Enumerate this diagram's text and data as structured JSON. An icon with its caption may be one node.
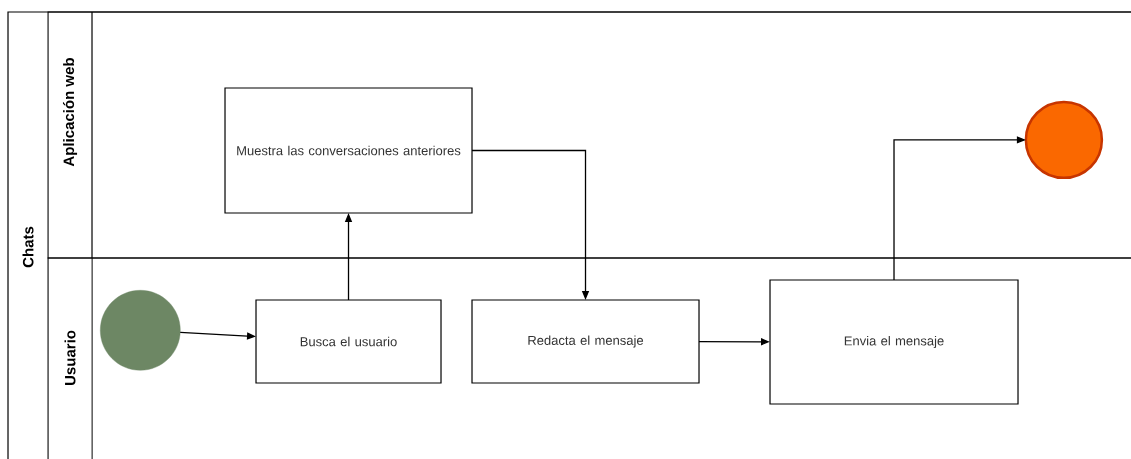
{
  "diagram": {
    "nodes": [
      {
        "text": [
          "Chats"
        ]
      },
      {
        "text": [
          "Aplicación web"
        ],
        "in": 0
      },
      {
        "text": [
          "Usuario"
        ],
        "in": 0
      },
      {
        "text": [
          "Muestra las conversaciones anteriores"
        ],
        "in": 1
      },
      {
        "text": [],
        "shape": "circle",
        "in": 1
      },
      {
        "text": [],
        "shape": "circle",
        "in": 2
      },
      {
        "text": [
          "Busca el usuario"
        ],
        "in": 2
      },
      {
        "text": [
          "Redacta el mensaje"
        ],
        "in": 2
      },
      {
        "text": [
          "Envia el mensaje"
        ],
        "in": 2
      }
    ],
    "edges": [
      {
        "from": 5,
        "to": 6,
        "arrow": "to"
      },
      {
        "from": 6,
        "to": 3,
        "arrow": "to"
      },
      {
        "from": 3,
        "to": 7,
        "arrow": "to"
      },
      {
        "from": 7,
        "to": 8,
        "arrow": "to"
      },
      {
        "from": 8,
        "to": 4,
        "arrow": "to"
      }
    ]
  }
}
